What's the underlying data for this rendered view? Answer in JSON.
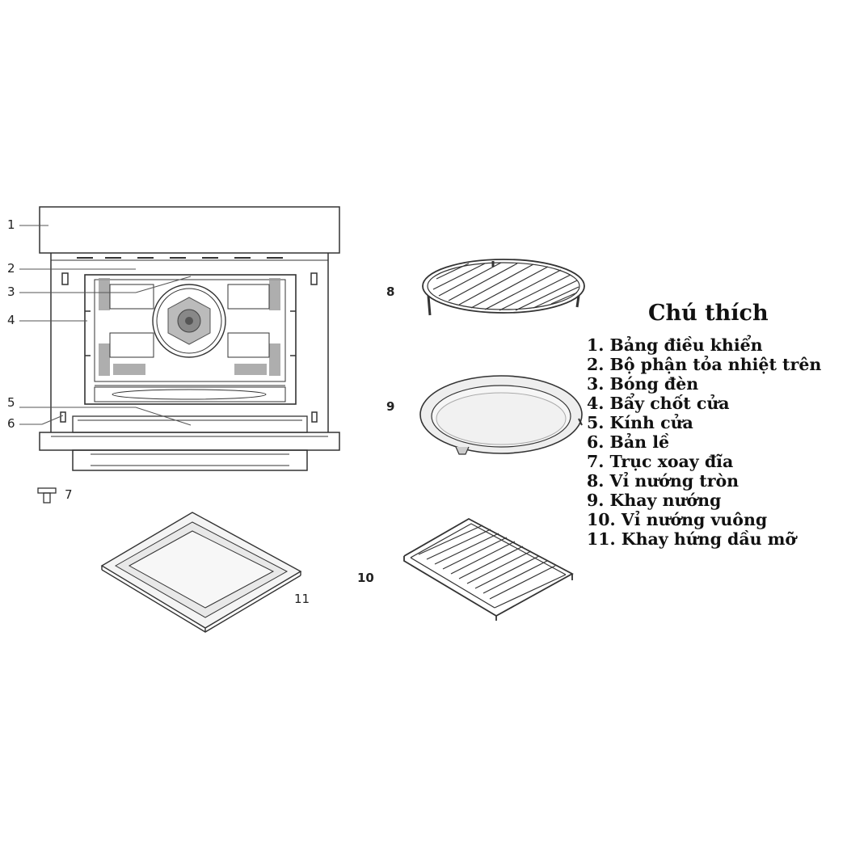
{
  "callouts": {
    "c1": "1",
    "c2": "2",
    "c3": "3",
    "c4": "4",
    "c5": "5",
    "c6": "6",
    "c7": "7",
    "c8": "8",
    "c9": "9",
    "c10": "10",
    "c11": "11"
  },
  "legend": {
    "title": "Chú thích",
    "items": [
      "1. Bảng điều khiển",
      "2. Bộ phận tỏa nhiệt trên",
      "3. Bóng đèn",
      "4. Bẩy chốt cửa",
      "5. Kính cửa",
      "6. Bản lề",
      "7. Trục xoay đĩa",
      "8. Vỉ nướng tròn",
      "9. Khay nướng",
      "10. Vỉ nướng vuông",
      "11. Khay hứng dầu mỡ"
    ]
  },
  "colors": {
    "line": "#333333",
    "background": "#ffffff",
    "tray_fill": "#f1f1f1",
    "mesh": "#9a9a9a"
  }
}
